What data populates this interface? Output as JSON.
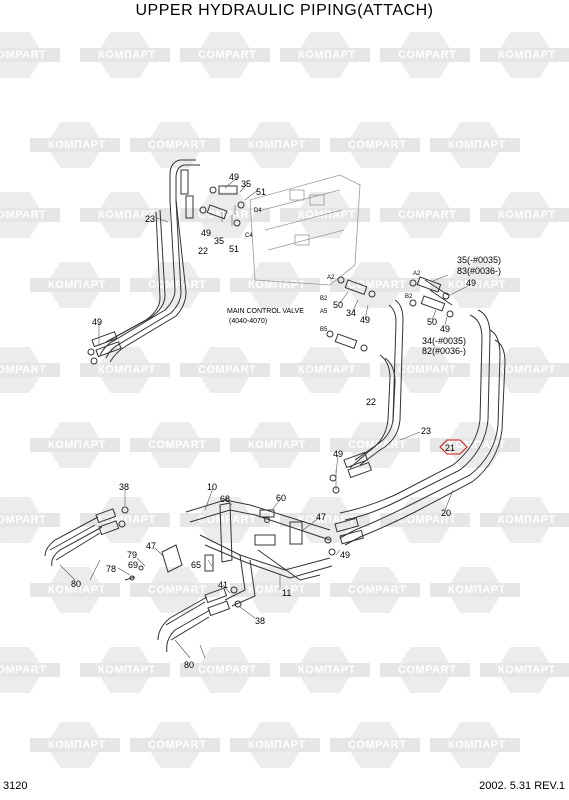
{
  "title": "UPPER HYDRAULIC PIPING(ATTACH)",
  "watermark": {
    "brand_en": "COMPART",
    "brand_ru": "КОМПАРТ"
  },
  "valve_label": {
    "line1": "MAIN CONTROL VALVE",
    "line2": "(4040-4070)"
  },
  "parts": {
    "p49a": "49",
    "p35a": "35",
    "p51a": "51",
    "p23a": "23",
    "p49b": "49",
    "p22a": "22",
    "p35b": "35",
    "p51b": "51",
    "p49c": "49",
    "p50a": "50",
    "p34a": "34",
    "p49d": "49",
    "p35n": "35(-#0035)",
    "p83": "83(#0036-)",
    "p49e": "49",
    "p50b": "50",
    "p49f": "49",
    "p34n": "34(-#0035)",
    "p82": "82(#0036-)",
    "p22b": "22",
    "p23b": "23",
    "p21": "21",
    "p49g": "49",
    "p20": "20",
    "p38a": "38",
    "p10": "10",
    "p68": "68",
    "p60": "60",
    "p47a": "47",
    "p47b": "47",
    "p79": "79",
    "p69": "69",
    "p65": "65",
    "p78": "78",
    "p80a": "80",
    "p41": "41",
    "p49h": "49",
    "p11": "11",
    "p38b": "38",
    "p80b": "80"
  },
  "ports": {
    "c4": "C4",
    "d4": "D4",
    "a2a": "A2",
    "b2a": "B2",
    "a2b": "A2",
    "b2b": "B2",
    "a5": "A5",
    "b5": "B5"
  },
  "colors": {
    "line": "#333333",
    "watermark": "#e6e6e6",
    "highlight": "#d01818"
  },
  "footer": {
    "page": "3120",
    "date_rev": "2002. 5.31  REV.1"
  }
}
